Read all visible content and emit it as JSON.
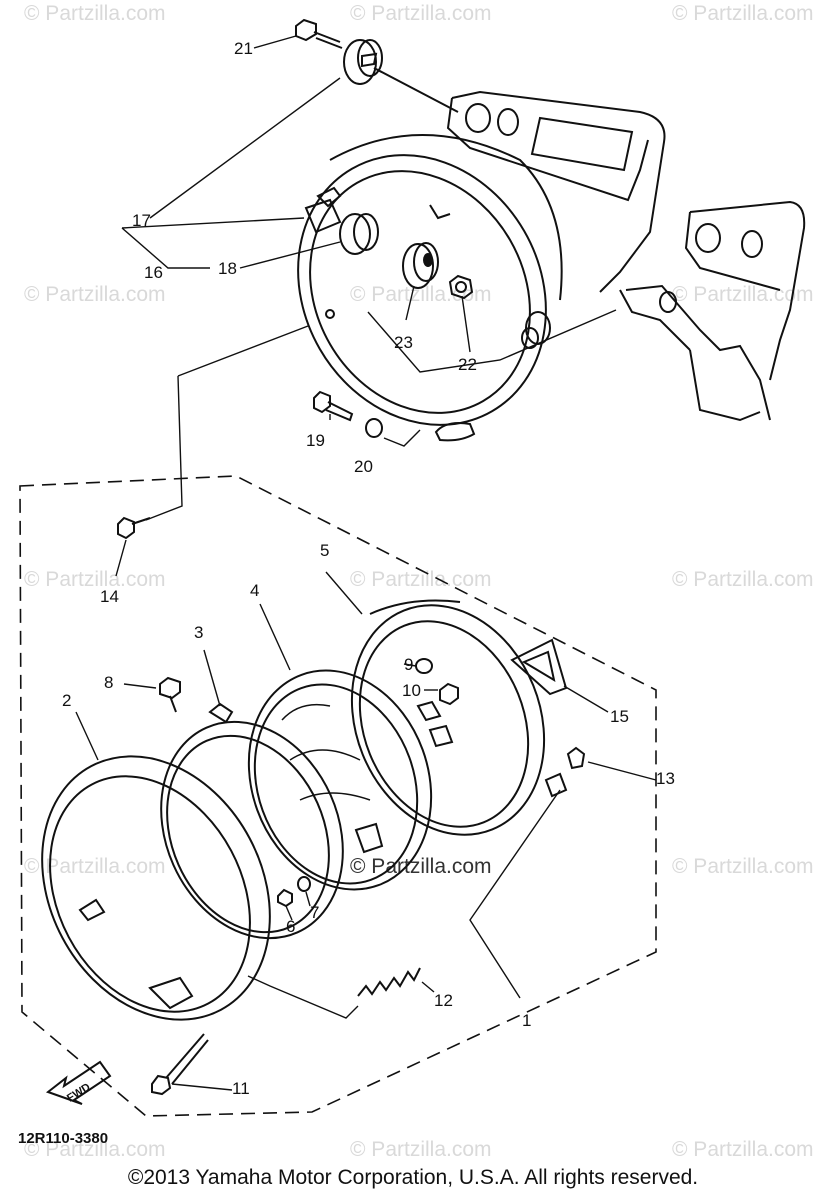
{
  "watermark": "© Partzilla.com",
  "parts": [
    "1",
    "2",
    "3",
    "4",
    "5",
    "6",
    "7",
    "8",
    "9",
    "10",
    "11",
    "12",
    "13",
    "14",
    "15",
    "16",
    "17",
    "18",
    "19",
    "20",
    "21",
    "22",
    "23"
  ],
  "fwd_label": "FWD",
  "diagram_code": "12R110-3380",
  "copyright": "©2013  Yamaha Motor Corporation, U.S.A. All rights reserved."
}
